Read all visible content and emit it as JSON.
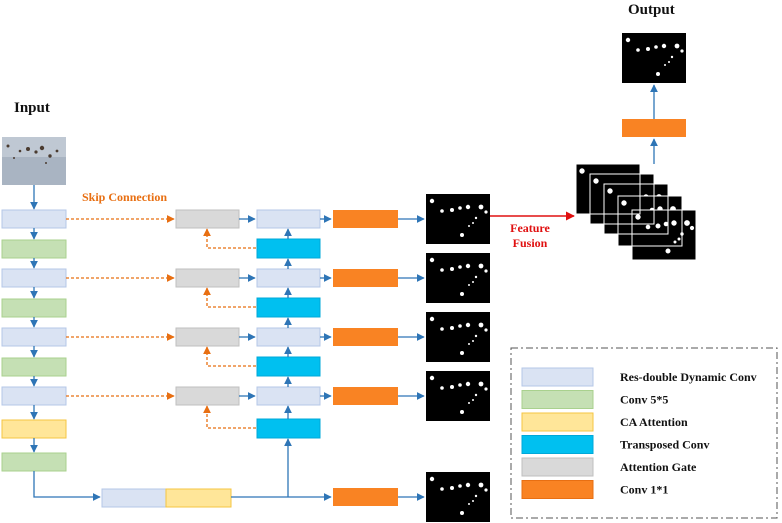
{
  "labels": {
    "input": "Input",
    "output": "Output",
    "skip_connection": "Skip Connection",
    "feature_fusion_line1": "Feature",
    "feature_fusion_line2": "Fusion"
  },
  "legend": [
    {
      "label": "Res-double Dynamic Conv",
      "color": "#dae3f3",
      "border": "#b4c7e7"
    },
    {
      "label": "Conv 5*5",
      "color": "#c5e0b4",
      "border": "#a9d18e"
    },
    {
      "label": "CA Attention",
      "color": "#ffe699",
      "border": "#f4c542"
    },
    {
      "label": "Transposed Conv",
      "color": "#00c0f0",
      "border": "#00a8d8"
    },
    {
      "label": "Attention Gate",
      "color": "#d9d9d9",
      "border": "#bfbfbf"
    },
    {
      "label": "Conv 1*1",
      "color": "#f98323",
      "border": "#e86f12"
    }
  ],
  "colors": {
    "arrow_blue": "#2e75b6",
    "arrow_orange": "#e86f12",
    "arrow_red": "#e01010"
  }
}
